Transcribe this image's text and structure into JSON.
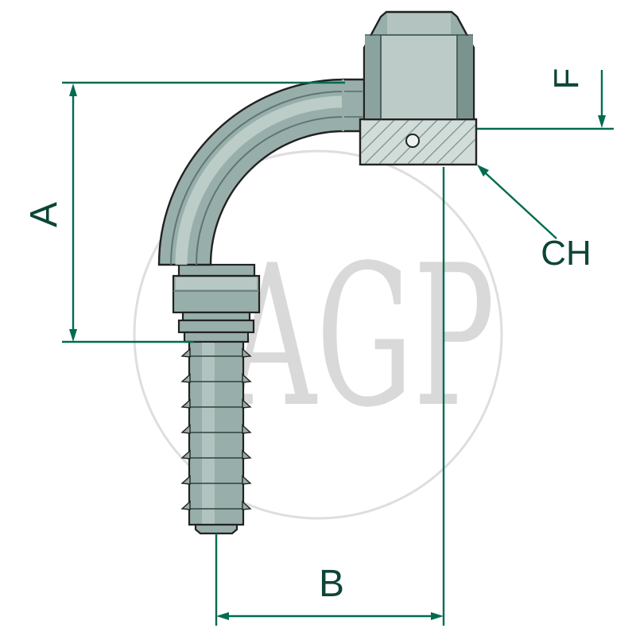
{
  "diagram": {
    "watermark": {
      "text": "AGP"
    },
    "labels": {
      "dim_a": "A",
      "dim_b": "B",
      "dim_f": "F",
      "callout_ch": "CH"
    },
    "colors": {
      "dimension_line": "#006b50",
      "label_text": "#0d4537",
      "body": "#98aeaa",
      "body_light": "#c2d1cd",
      "body_dark": "#7b938f",
      "outline": "#222222",
      "flange_fill": "#d2dcd9",
      "watermark": "#d9d9d9",
      "background": "#ffffff"
    }
  }
}
